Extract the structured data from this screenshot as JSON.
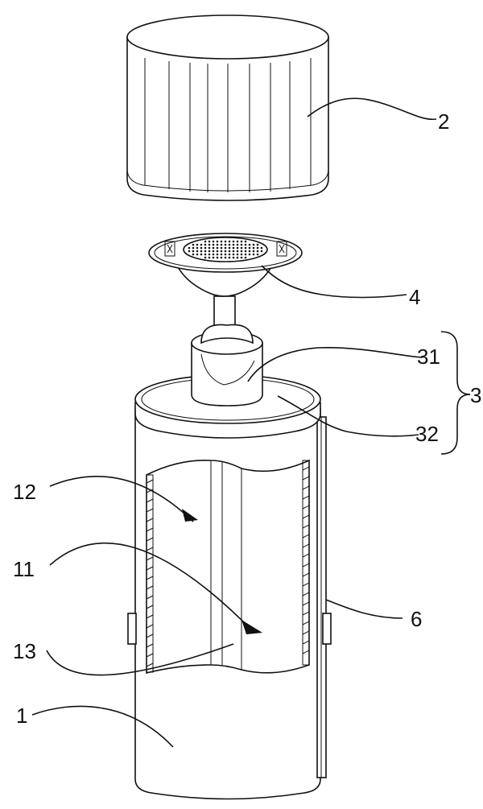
{
  "labels": {
    "l2": "2",
    "l4": "4",
    "l31": "31",
    "l3": "3",
    "l32": "32",
    "l12": "12",
    "l11": "11",
    "l6": "6",
    "l13": "13",
    "l1": "1"
  },
  "colors": {
    "stroke": "#111111",
    "background": "#ffffff"
  }
}
